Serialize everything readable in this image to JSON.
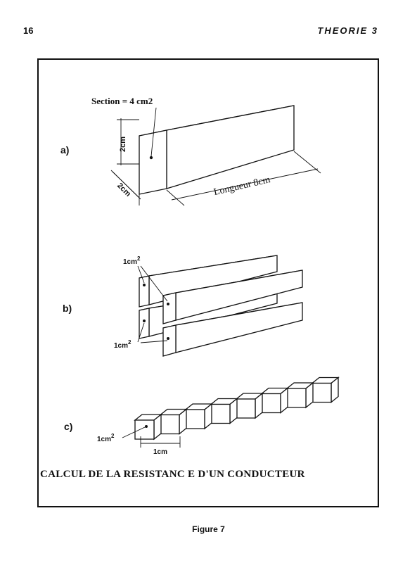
{
  "header": {
    "page_number": "16",
    "chapter": "THEORIE  3"
  },
  "diagram": {
    "part_a": {
      "label": "a)",
      "section_label": "Section = 4 cm2",
      "height_label": "2cm",
      "width_label": "2cm",
      "length_label": "Longueur  8cm"
    },
    "part_b": {
      "label": "b)",
      "unit_label_top": "1cm",
      "unit_label_top_exp": "2",
      "unit_label_bottom": "1cm",
      "unit_label_bottom_exp": "2"
    },
    "part_c": {
      "label": "c)",
      "unit_area_label": "1cm",
      "unit_area_exp": "2",
      "unit_length_label": "1cm",
      "cube_count": 8
    }
  },
  "caption": "CALCUL DE LA RESISTANC E D'UN CONDUCTEUR",
  "figure_label": "Figure 7"
}
